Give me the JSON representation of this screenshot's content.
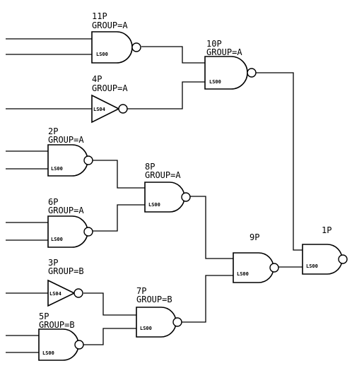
{
  "gates": [
    {
      "id": "g11",
      "ref": "11P",
      "group": "GROUP=A",
      "part": "LS00"
    },
    {
      "id": "g10",
      "ref": "10P",
      "group": "GROUP=A",
      "part": "LS00"
    },
    {
      "id": "g4",
      "ref": "4P",
      "group": "GROUP=A",
      "part": "LS04"
    },
    {
      "id": "g2",
      "ref": "2P",
      "group": "GROUP=A",
      "part": "LS00"
    },
    {
      "id": "g8",
      "ref": "8P",
      "group": "GROUP=A",
      "part": "LS00"
    },
    {
      "id": "g6",
      "ref": "6P",
      "group": "GROUP=A",
      "part": "LS00"
    },
    {
      "id": "g9",
      "ref": "9P",
      "group": "",
      "part": "LS00"
    },
    {
      "id": "g1",
      "ref": "1P",
      "group": "",
      "part": "LS00"
    },
    {
      "id": "g3",
      "ref": "3P",
      "group": "GROUP=B",
      "part": "LS04"
    },
    {
      "id": "g7",
      "ref": "7P",
      "group": "GROUP=B",
      "part": "LS00"
    },
    {
      "id": "g5",
      "ref": "5P",
      "group": "GROUP=B",
      "part": "LS00"
    }
  ],
  "colors": {
    "line": "#000000",
    "background": "#ffffff"
  }
}
